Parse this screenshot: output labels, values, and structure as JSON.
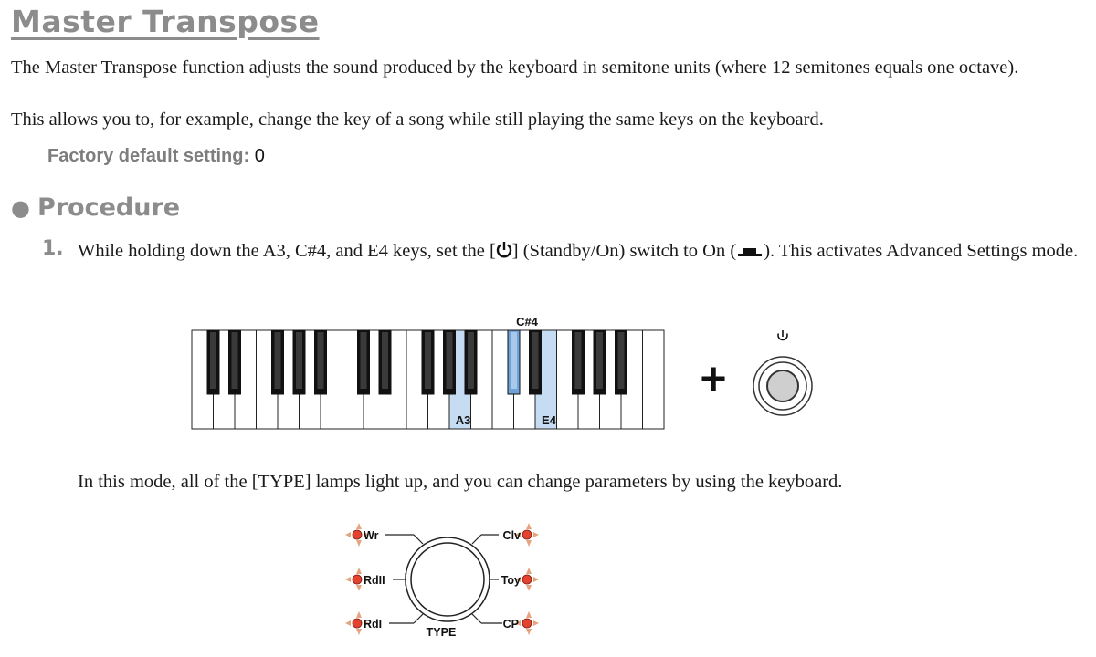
{
  "title": "Master Transpose",
  "intro": {
    "line1": "The Master Transpose function adjusts the sound produced by the keyboard in semitone units (where 12 semitones equals one octave).",
    "line2": "This allows you to, for example, change the key of a song while still playing the same keys on the keyboard."
  },
  "factory": {
    "label": "Factory default setting:",
    "value": "0"
  },
  "procedure": {
    "bullet": "●",
    "heading": "Procedure",
    "step1": {
      "number": "1.",
      "text_a": "While holding down the A3, C#4, and E4 keys, set the [",
      "text_b": "] (Standby/On) switch to On (",
      "text_c": "). This activates Advanced Settings mode."
    }
  },
  "keyboard": {
    "label_a3": "A3",
    "label_cs4": "C#4",
    "label_e4": "E4",
    "plus": "+",
    "highlight_color": "#c6dcf2",
    "highlight_black_color": "#6fa3d8"
  },
  "mode_text": "In this mode, all of the [TYPE] lamps light up, and you can change parameters by using the keyboard.",
  "type_panel": {
    "title": "TYPE",
    "left": [
      "Wr",
      "RdII",
      "RdI"
    ],
    "right": [
      "Clv",
      "Toy",
      "CP"
    ],
    "lamp_color": "#e2422e",
    "ray_color": "#e7a37e"
  }
}
